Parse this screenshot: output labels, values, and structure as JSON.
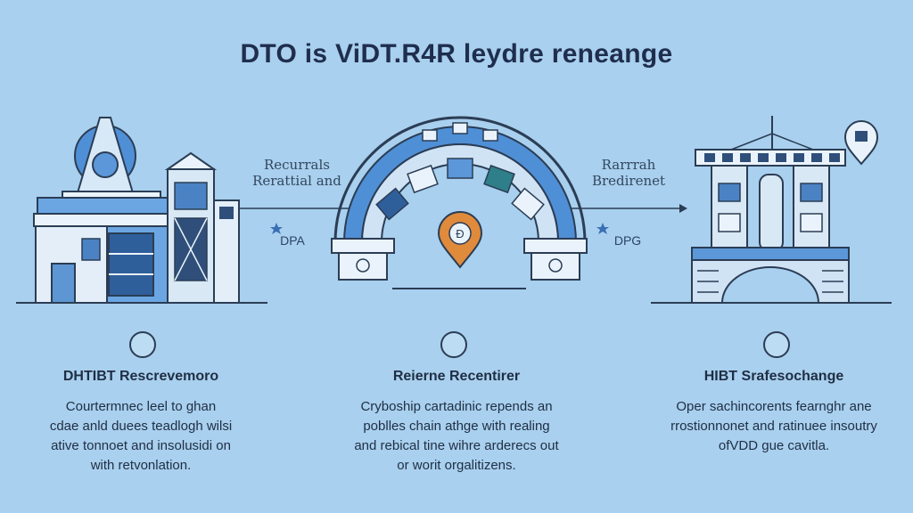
{
  "title": "DTO is ViDT.R4R leydre reneange",
  "connectors": [
    {
      "label_lines": [
        "Recurrals",
        "Rerattial and"
      ],
      "sub": "DPA"
    },
    {
      "label_lines": [
        "Rarrrah",
        "Bredirenet"
      ],
      "sub": "DPG"
    }
  ],
  "sections": [
    {
      "title": "DHTIBT Rescrevemoro",
      "desc": [
        "Courtermnec leel to ghan",
        "cdae anld duees teadlogh wilsi",
        "ative tonnoet and insolusidi on",
        "with retvonlation."
      ],
      "icon": "lock-badge-icon"
    },
    {
      "title": "Reierne Recentirer",
      "desc": [
        "Cryboship cartadinic repends an",
        "poblles chain athge with realing",
        "and rebical tine wihre arderecs out",
        "or worit orgalitizens."
      ],
      "icon": "bitcoin-badge-icon"
    },
    {
      "title": "HIBT Srafesochange",
      "desc": [
        "Oper sachincorents fearnghr ane",
        "rrostionnonet and ratinuee insoutry",
        "ofVDD gue cavitla."
      ],
      "icon": "globe-badge-icon"
    }
  ],
  "colors": {
    "background": "#a9d0ee",
    "navy": "#1f2e4e",
    "accent_orange": "#e08a3c",
    "accent_blue": "#3f7fcf"
  }
}
